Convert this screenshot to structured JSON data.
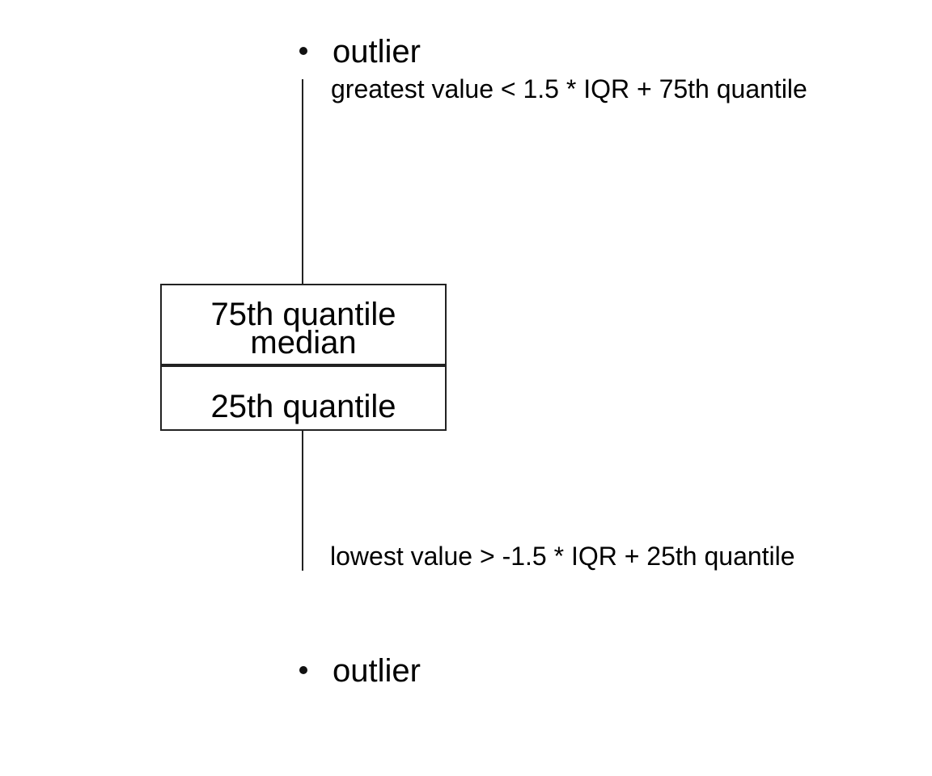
{
  "diagram": {
    "top_outlier": {
      "label": "outlier"
    },
    "upper_whisker": {
      "label": "greatest value < 1.5 * IQR + 75th quantile"
    },
    "box": {
      "upper_label": "75th quantile",
      "median_label": "median",
      "lower_label": "25th quantile"
    },
    "lower_whisker": {
      "label": "lowest value > -1.5 * IQR + 25th quantile"
    },
    "bottom_outlier": {
      "label": "outlier"
    }
  }
}
